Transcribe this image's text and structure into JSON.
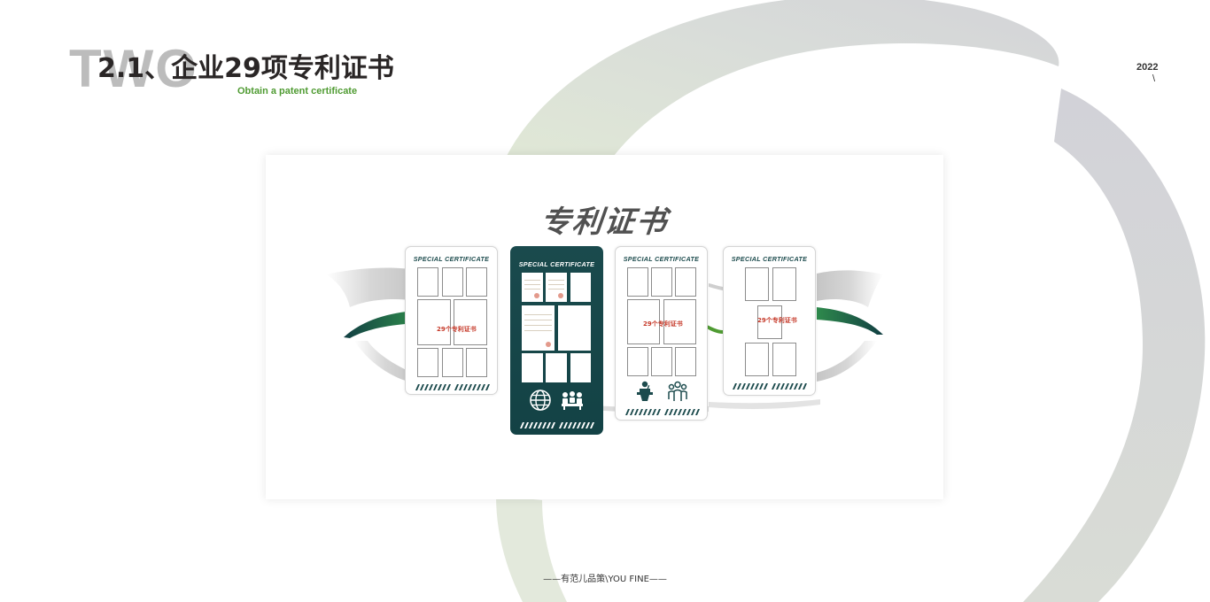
{
  "header": {
    "watermark": "TWO",
    "title": "2.1、企业29项专利证书",
    "subtitle": "Obtain a patent certificate"
  },
  "year": "2022",
  "year_slash": "\\",
  "panel": {
    "title": "专利证书",
    "boards": [
      {
        "label": "SPECIAL CERTIFICATE",
        "center_text": "29个专利证书"
      },
      {
        "label": "SPECIAL CERTIFICATE"
      },
      {
        "label": "SPECIAL CERTIFICATE",
        "center_text": "29个专利证书"
      },
      {
        "label": "SPECIAL CERTIFICATE",
        "center_text": "29个专利证书"
      }
    ]
  },
  "footer": "——有范儿品策\\YOU FINE——",
  "colors": {
    "accent_green": "#4f9b32",
    "dark_teal": "#134245",
    "swirl_gray": "#d4d4d8",
    "swirl_green": "#dfe6d6"
  },
  "icons": [
    "globe-icon",
    "meeting-icon",
    "speaker-icon",
    "team-icon"
  ]
}
